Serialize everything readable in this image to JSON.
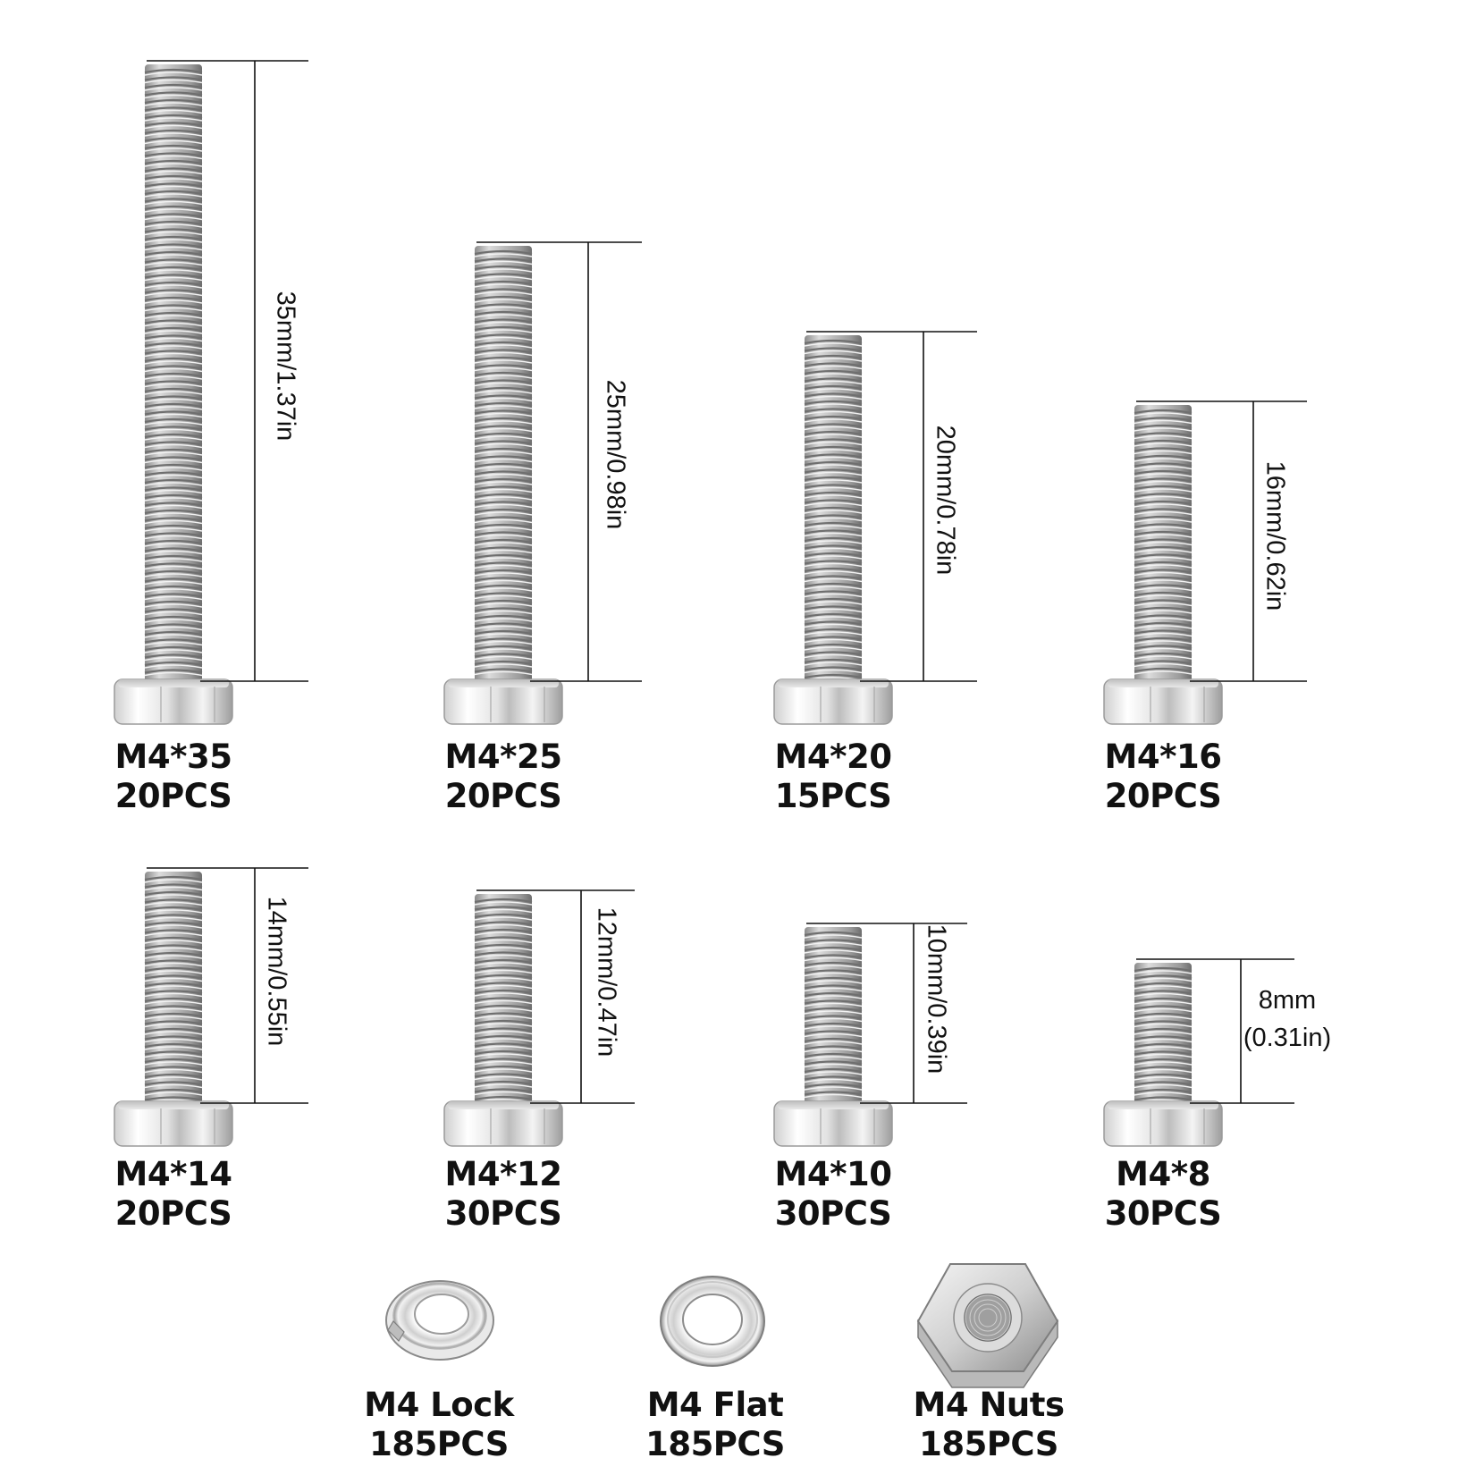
{
  "bolts": [
    {
      "size": "M4*35",
      "qty": "20PCS",
      "dimension": "35mm/1.37in"
    },
    {
      "size": "M4*25",
      "qty": "20PCS",
      "dimension": "25mm/0.98in"
    },
    {
      "size": "M4*20",
      "qty": "15PCS",
      "dimension": "20mm/0.78in"
    },
    {
      "size": "M4*16",
      "qty": "20PCS",
      "dimension": "16mm/0.62in"
    },
    {
      "size": "M4*14",
      "qty": "20PCS",
      "dimension": "14mm/0.55in"
    },
    {
      "size": "M4*12",
      "qty": "30PCS",
      "dimension": "12mm/0.47in"
    },
    {
      "size": "M4*10",
      "qty": "30PCS",
      "dimension": "10mm/0.39in"
    },
    {
      "size": "M4*8",
      "qty": "30PCS",
      "dimension_mm": "8mm",
      "dimension_in": "(0.31in)"
    }
  ],
  "accessories": [
    {
      "name": "M4 Lock",
      "qty": "185PCS"
    },
    {
      "name": "M4 Flat",
      "qty": "185PCS"
    },
    {
      "name": "M4 Nuts",
      "qty": "185PCS"
    }
  ]
}
